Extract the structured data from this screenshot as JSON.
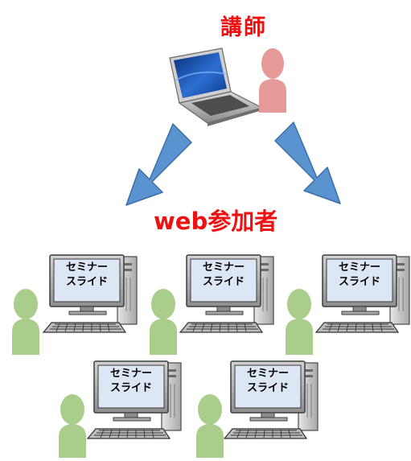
{
  "lecturer": {
    "label": "講師",
    "color": "#ee1111"
  },
  "participants": {
    "label": "web参加者",
    "color": "#ee1111",
    "screen_line1": "セミナー",
    "screen_line2": "スライド",
    "count": 5
  },
  "colors": {
    "lecturer_person": "#e59a98",
    "participant_person": "#a9cd8a",
    "arrow_fill": "#5a93d0",
    "arrow_stroke": "#3a6fa8",
    "screen_fill": "#dce6f4",
    "screen_frame": "#3c3c3c"
  },
  "icons": [
    "laptop-icon",
    "person-icon",
    "arrow-icon",
    "desktop-computer-icon",
    "keyboard-icon"
  ]
}
